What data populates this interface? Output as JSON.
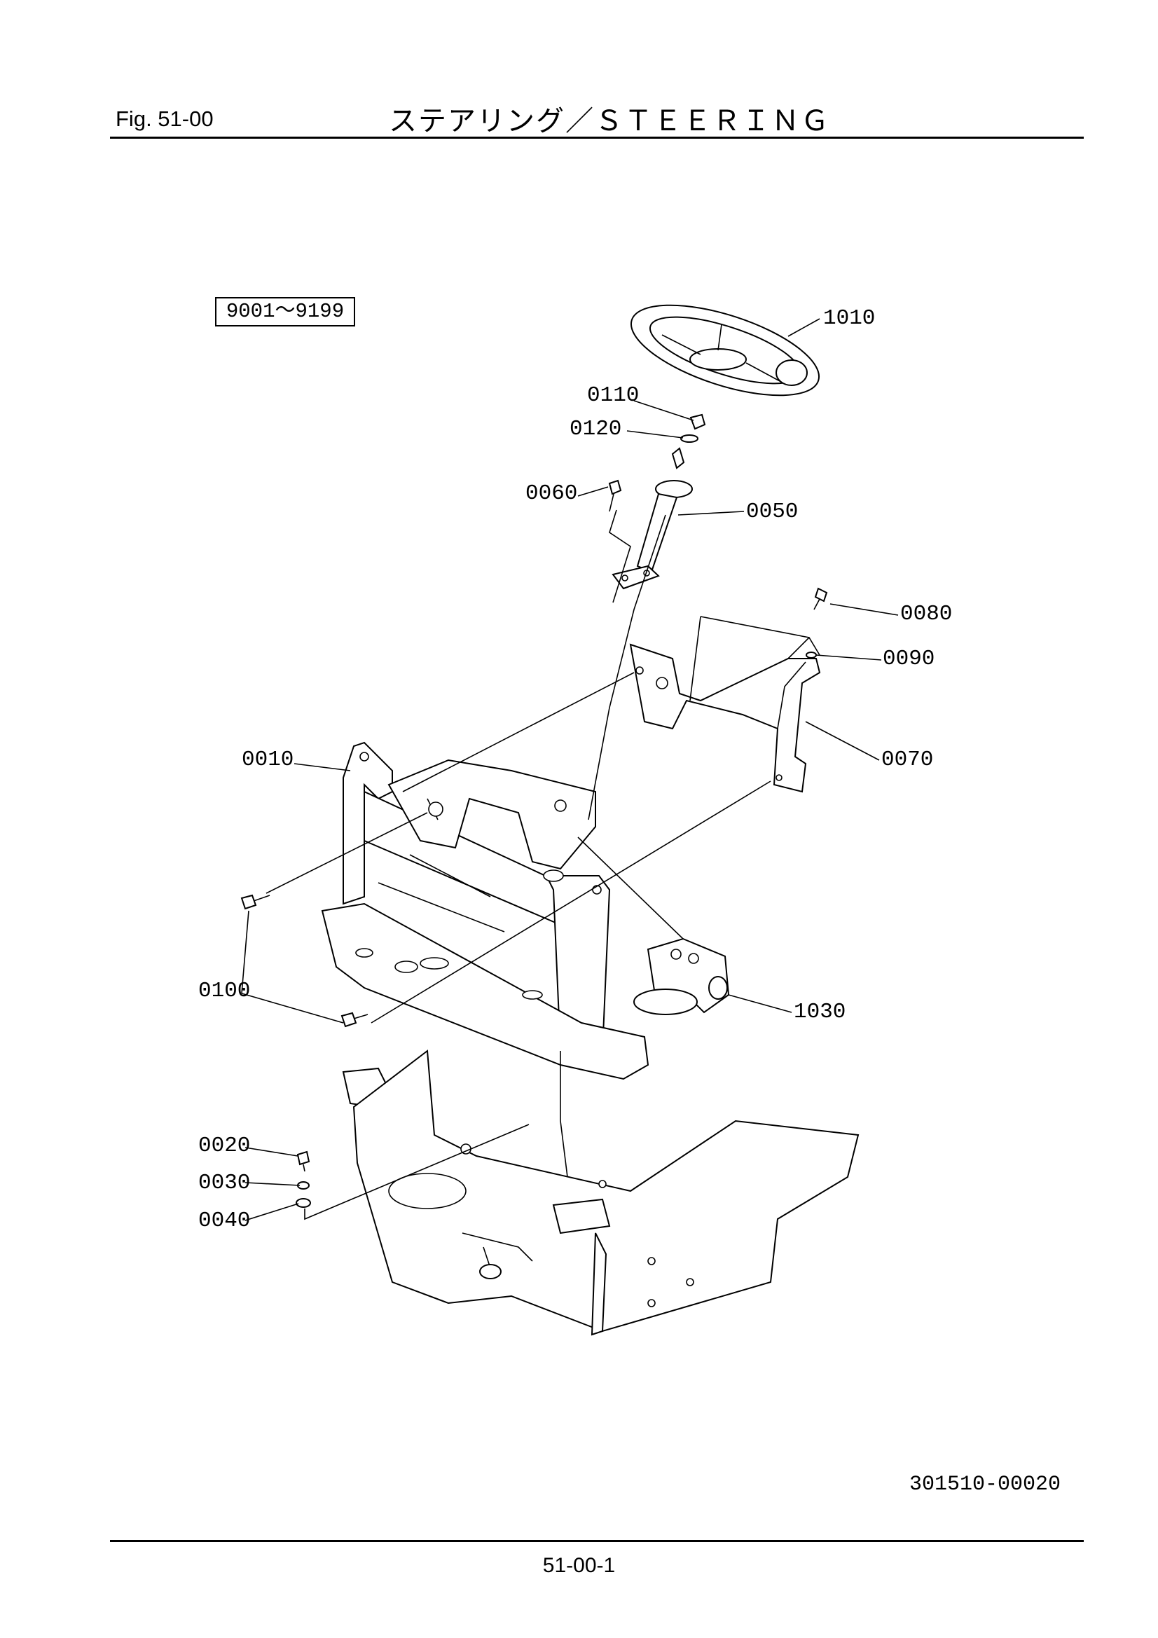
{
  "header": {
    "figure": "Fig.  51-00",
    "title": "ステアリング／ＳＴＥＥＲＩＮＧ"
  },
  "serial_range": "9001～9199",
  "callouts": [
    {
      "id": "p1010",
      "label": "1010"
    },
    {
      "id": "p0110",
      "label": "0110"
    },
    {
      "id": "p0120",
      "label": "0120"
    },
    {
      "id": "p0060",
      "label": "0060"
    },
    {
      "id": "p0050",
      "label": "0050"
    },
    {
      "id": "p0080",
      "label": "0080"
    },
    {
      "id": "p0090",
      "label": "0090"
    },
    {
      "id": "p0010",
      "label": "0010"
    },
    {
      "id": "p0070",
      "label": "0070"
    },
    {
      "id": "p0100",
      "label": "0100"
    },
    {
      "id": "p1030",
      "label": "1030"
    },
    {
      "id": "p0020",
      "label": "0020"
    },
    {
      "id": "p0030",
      "label": "0030"
    },
    {
      "id": "p0040",
      "label": "0040"
    }
  ],
  "drawing_number": "301510-00020",
  "page_number": "51-00-1"
}
